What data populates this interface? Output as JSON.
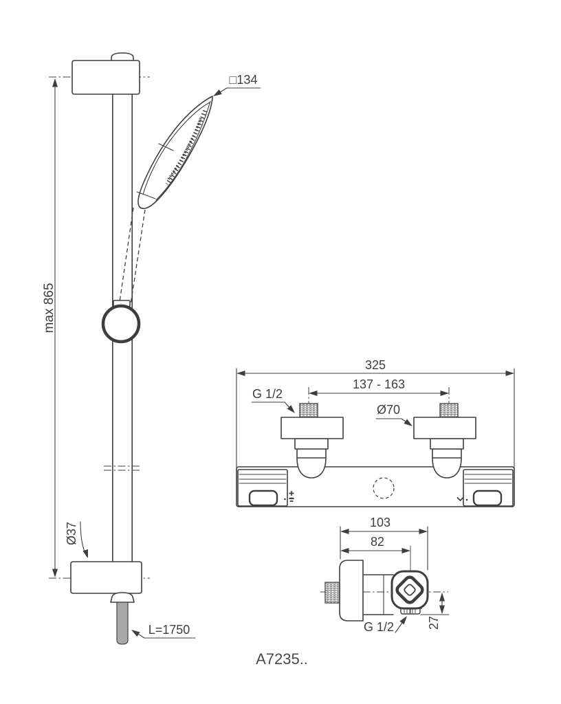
{
  "product": {
    "code": "A7235.."
  },
  "colors": {
    "line": "#3e3e3e",
    "text": "#3e3e3e",
    "hose_fill": "#a8a8a8",
    "background": "#ffffff"
  },
  "rail_view": {
    "head_size_label": "□134",
    "height_label": "max 865",
    "bracket_diameter_label": "Ø37",
    "hose_length_label": "L=1750"
  },
  "mixer_front_view": {
    "overall_width_label": "325",
    "inlet_spacing_label": "137 - 163",
    "inlet_thread_label": "G 1/2",
    "escutcheon_diameter_label": "Ø70"
  },
  "mixer_side_view": {
    "overall_depth_label": "103",
    "body_depth_label": "82",
    "outlet_thread_label": "G 1/2",
    "outlet_drop_label": "27"
  },
  "icons": {
    "flow_plus": "plus",
    "flow_minus": "double-bar",
    "temp_arrow": "chevron-down"
  }
}
